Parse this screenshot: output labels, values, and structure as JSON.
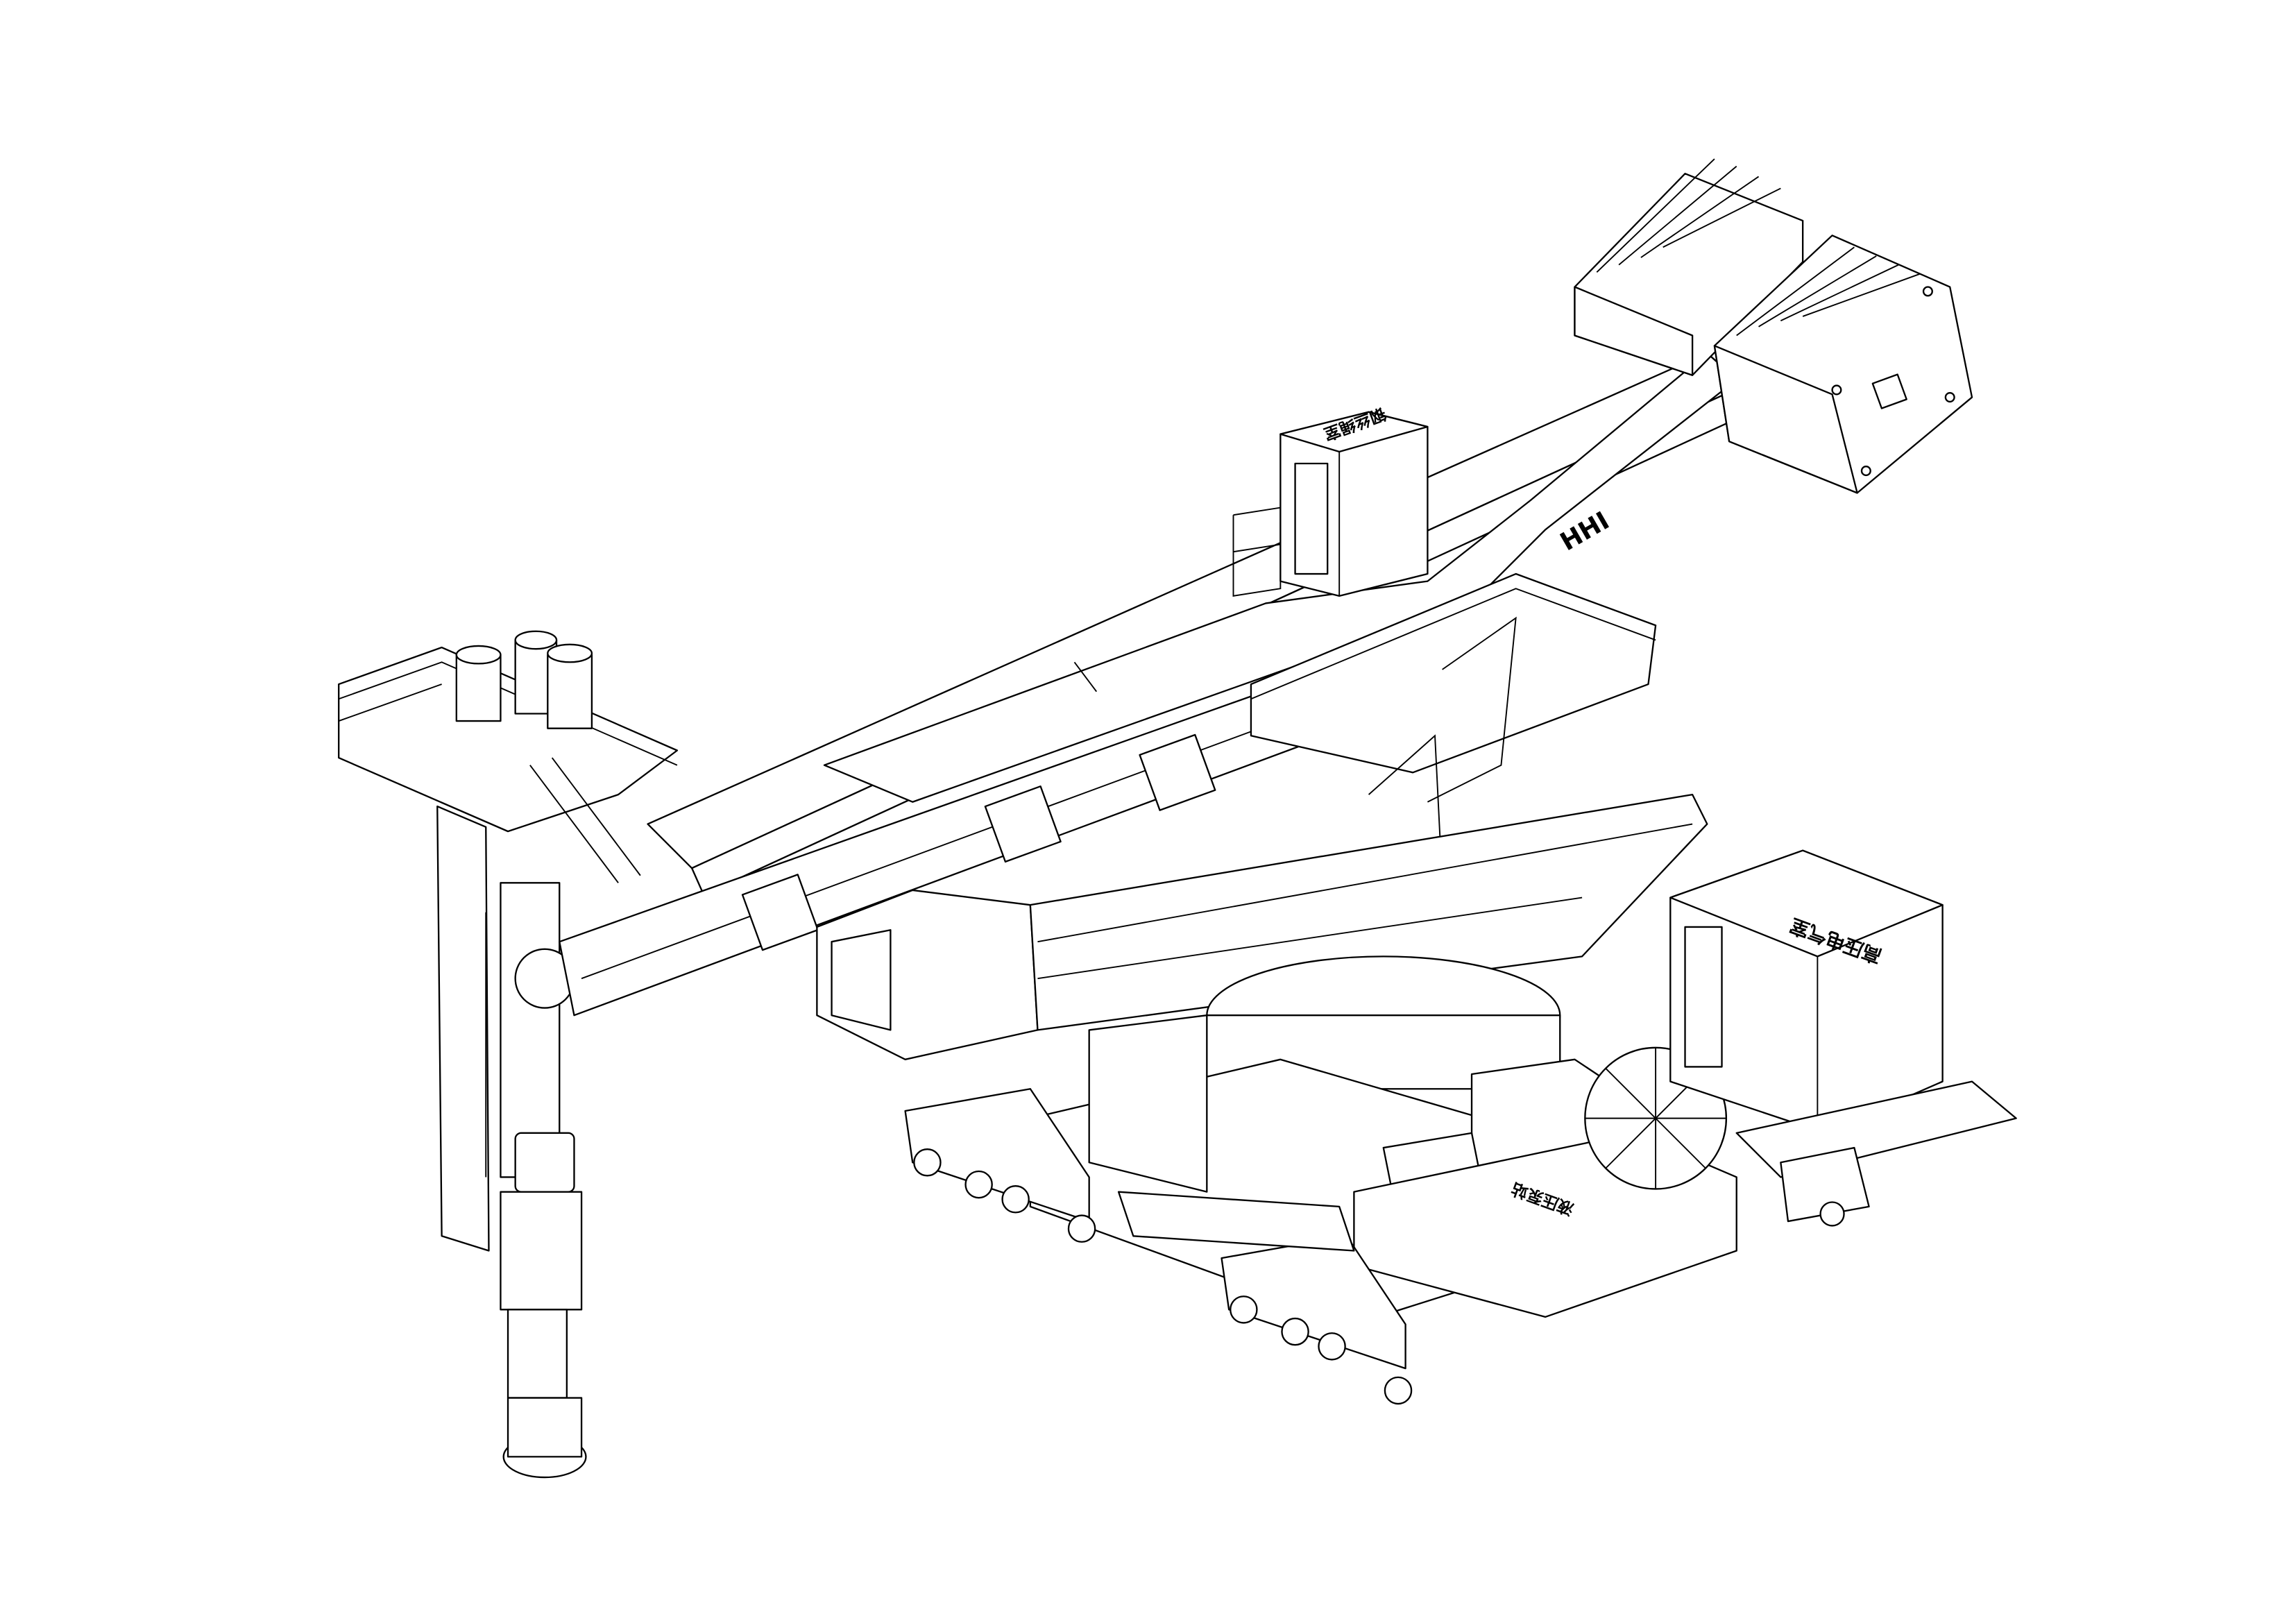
{
  "drawing": {
    "boom_marking": "HHI",
    "labels": {
      "machinery_house": "钢丝绳室",
      "high_voltage_room": "高压电气室",
      "hydraulic_station": "液压泵站"
    },
    "line_color": "#000000",
    "background_color": "#ffffff"
  }
}
